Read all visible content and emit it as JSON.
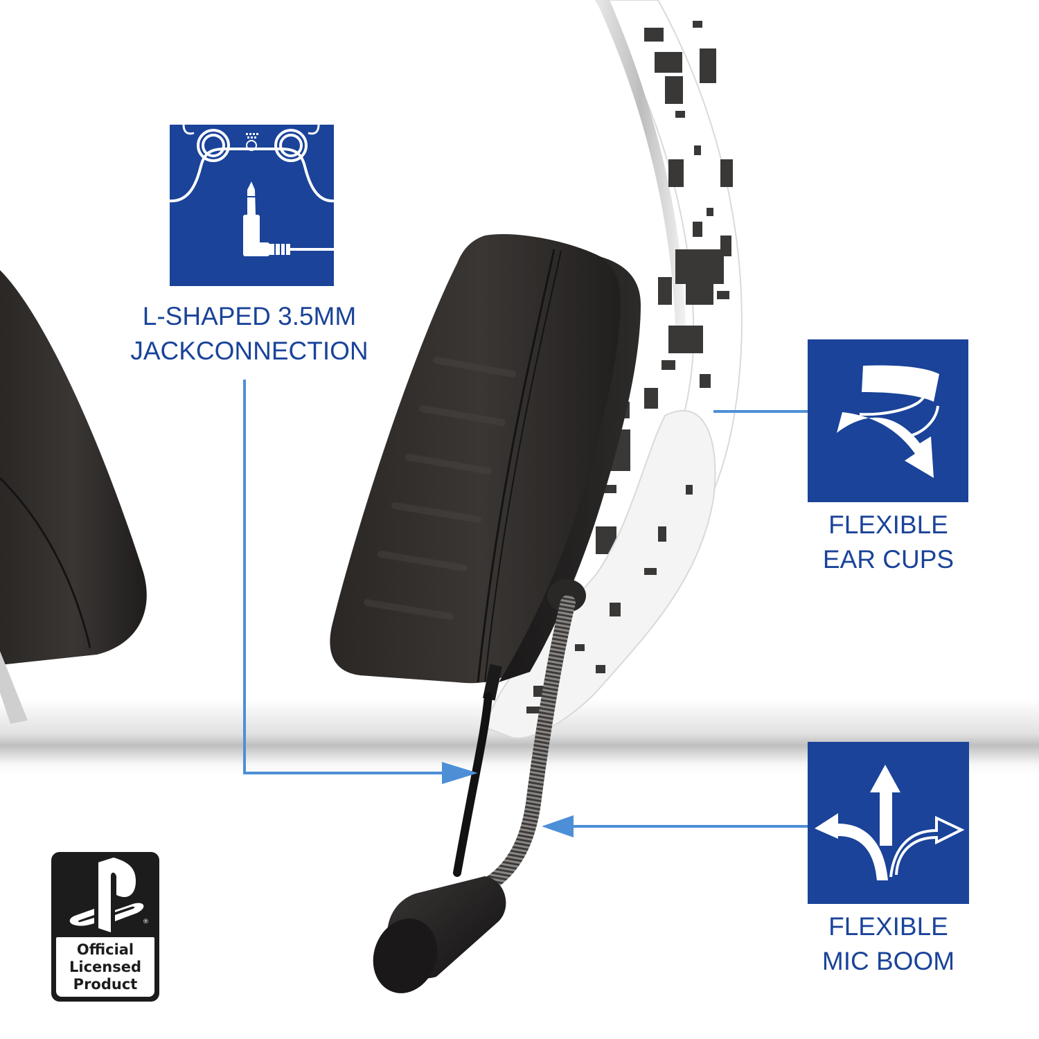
{
  "product_image": {
    "subject": "gaming headset with digital camo headband, black ear cups and flexible boom microphone",
    "colors": {
      "brand_blue": "#1a4399",
      "callout_blue": "#4d8fd6",
      "earcup_dark": "#2b2826",
      "camo_dark": "#3a3837",
      "background": "#ffffff"
    }
  },
  "features": [
    {
      "id": "jack",
      "icon": "controller-with-l-shaped-jack-icon",
      "label_line1": "L-SHAPED 3.5MM",
      "label_line2": "JACKCONNECTION"
    },
    {
      "id": "ear-cups",
      "icon": "twisting-arrow-icon",
      "label_line1": "FLEXIBLE",
      "label_line2": "EAR CUPS"
    },
    {
      "id": "mic-boom",
      "icon": "three-way-arrows-icon",
      "label_line1": "FLEXIBLE",
      "label_line2": "MIC BOOM"
    }
  ],
  "badge": {
    "logo": "playstation-logo",
    "registered_mark": "®",
    "line1": "Official",
    "line2": "Licensed",
    "line3": "Product"
  }
}
